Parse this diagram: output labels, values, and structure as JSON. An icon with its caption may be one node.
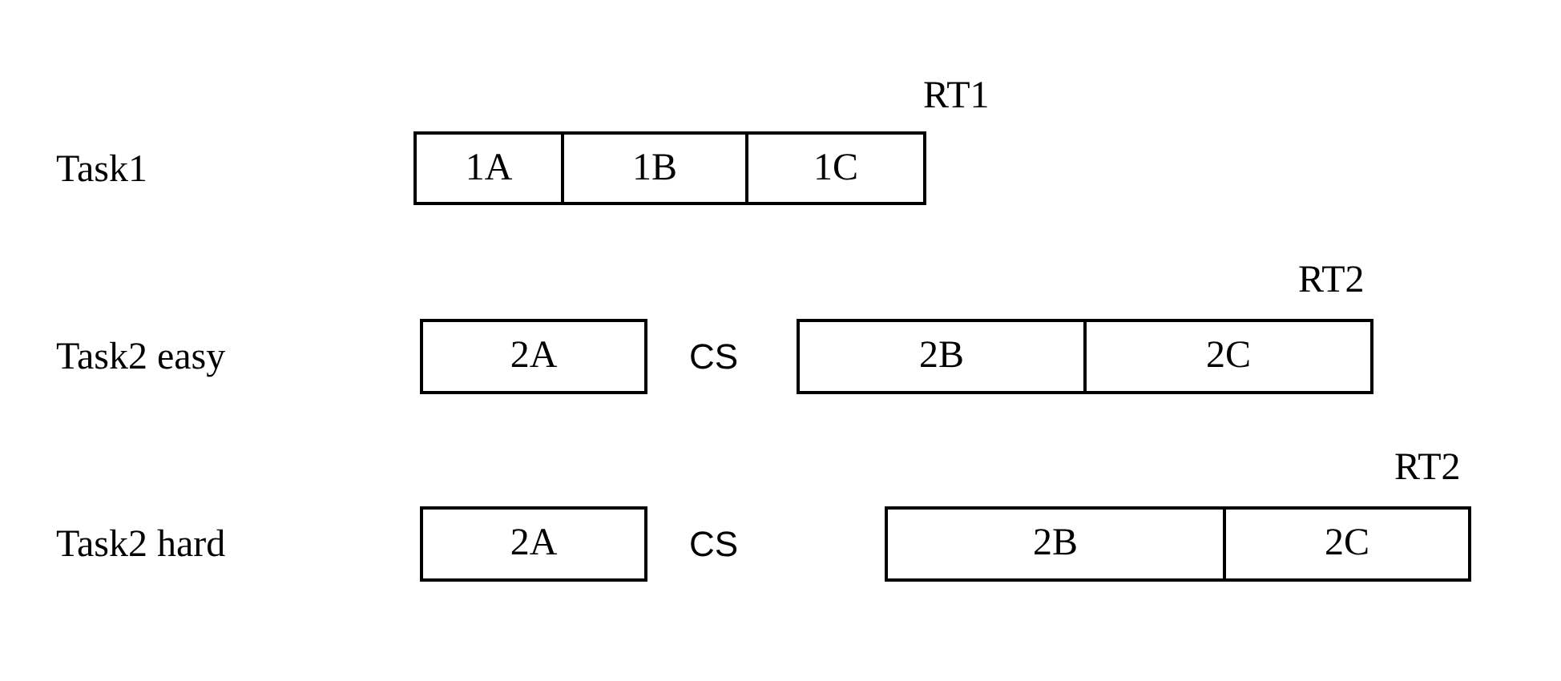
{
  "diagram": {
    "nodes": [
      {
        "text": [
          "1A"
        ]
      },
      {
        "text": [
          "1B"
        ]
      },
      {
        "text": [
          "1C"
        ]
      },
      {
        "text": [
          "2A"
        ]
      },
      {
        "text": [
          "2B"
        ]
      },
      {
        "text": [
          "2C"
        ]
      },
      {
        "text": [
          "2A"
        ]
      },
      {
        "text": [
          "2B"
        ]
      },
      {
        "text": [
          "2C"
        ]
      }
    ],
    "edges": [],
    "labels": [
      "RT1",
      "Task1",
      "RT2",
      "Task2 easy",
      "CS",
      "RT2",
      "Task2 hard",
      "CS"
    ]
  }
}
